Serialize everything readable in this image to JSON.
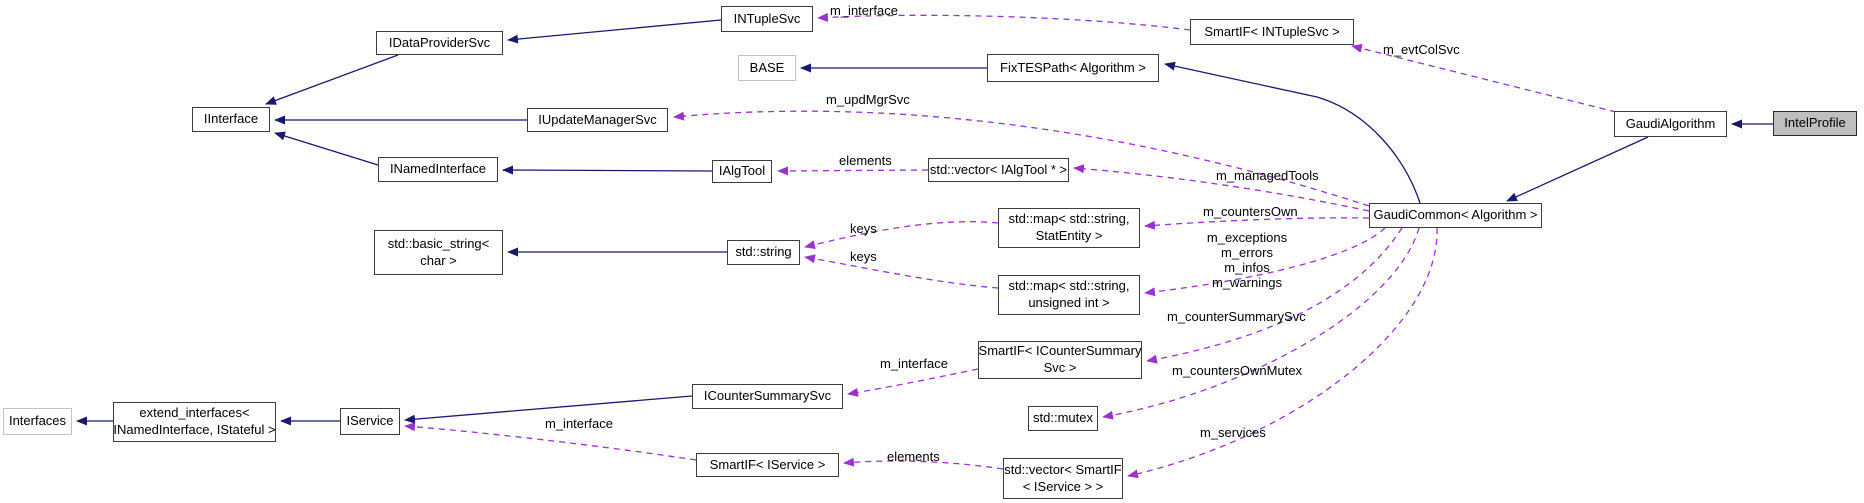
{
  "diagram_type": "doxygen-collaboration-graph",
  "colors": {
    "inheritance_edge": "#191970",
    "usage_edge": "#9a32cd",
    "highlight_fill": "#bfbfbf",
    "node_border": "#3d3d3d",
    "external_border": "#c3c3c3"
  },
  "nodes": {
    "intuple_svc": {
      "label": "INTupleSvc"
    },
    "smartif_intuple": {
      "label": "SmartIF< INTupleSvc >"
    },
    "idataprovider": {
      "label": "IDataProviderSvc"
    },
    "base": {
      "label": "BASE"
    },
    "fixtespath": {
      "label": "FixTESPath< Algorithm >"
    },
    "iinterface": {
      "label": "IInterface"
    },
    "iupdatemgr": {
      "label": "IUpdateManagerSvc"
    },
    "gaudialgorithm": {
      "label": "GaudiAlgorithm"
    },
    "intelprofile": {
      "label": "IntelProfile"
    },
    "inamedinterface": {
      "label": "INamedInterface"
    },
    "ialgtool": {
      "label": "IAlgTool"
    },
    "vector_ialgtool": {
      "label": "std::vector< IAlgTool * >"
    },
    "gaudicommon": {
      "label": "GaudiCommon< Algorithm >"
    },
    "map_statentity": {
      "line1": "std::map< std::string,",
      "line2": "StatEntity >"
    },
    "basic_string": {
      "line1": "std::basic_string<",
      "line2": "char >"
    },
    "std_string": {
      "label": "std::string"
    },
    "map_uint": {
      "line1": "std::map< std::string,",
      "line2": "unsigned int >"
    },
    "smartif_countersummary": {
      "line1": "SmartIF< ICounterSummary",
      "line2": "Svc >"
    },
    "icountersummarysvc": {
      "label": "ICounterSummarySvc"
    },
    "std_mutex": {
      "label": "std::mutex"
    },
    "interfaces": {
      "label": "Interfaces"
    },
    "extend_interfaces": {
      "line1": "extend_interfaces<",
      "line2": "INamedInterface, IStateful >"
    },
    "iservice": {
      "label": "IService"
    },
    "smartif_iservice": {
      "label": "SmartIF< IService >"
    },
    "vector_smartif_iservice": {
      "line1": "std::vector< SmartIF",
      "line2": "< IService > >"
    }
  },
  "edge_labels": {
    "m_interface_top": "m_interface",
    "m_evtcolsvc": "m_evtColSvc",
    "m_updmgrsvc": "m_updMgrSvc",
    "elements_top": "elements",
    "m_managedtools": "m_managedTools",
    "m_countersown": "m_countersOwn",
    "keys_upper": "keys",
    "keys_lower": "keys",
    "m_exceptions": "m_exceptions",
    "m_errors": "m_errors",
    "m_infos": "m_infos",
    "m_warnings": "m_warnings",
    "m_countersummarysvc": "m_counterSummarySvc",
    "m_interface_mid": "m_interface",
    "m_countersownmutex": "m_countersOwnMutex",
    "m_services": "m_services",
    "elements_bottom": "elements",
    "m_interface_bottom": "m_interface"
  },
  "edges": {
    "inheritance": [
      {
        "from": "IntelProfile",
        "to": "GaudiAlgorithm"
      },
      {
        "from": "GaudiAlgorithm",
        "to": "GaudiCommon< Algorithm >"
      },
      {
        "from": "GaudiCommon< Algorithm >",
        "to": "FixTESPath< Algorithm >"
      },
      {
        "from": "FixTESPath< Algorithm >",
        "to": "BASE"
      },
      {
        "from": "INTupleSvc",
        "to": "IDataProviderSvc"
      },
      {
        "from": "IDataProviderSvc",
        "to": "IInterface"
      },
      {
        "from": "IUpdateManagerSvc",
        "to": "IInterface"
      },
      {
        "from": "INamedInterface",
        "to": "IInterface"
      },
      {
        "from": "IAlgTool",
        "to": "INamedInterface"
      },
      {
        "from": "std::string",
        "to": "std::basic_string< char >"
      },
      {
        "from": "ICounterSummarySvc",
        "to": "IService"
      },
      {
        "from": "IService",
        "to": "extend_interfaces< INamedInterface, IStateful >"
      },
      {
        "from": "extend_interfaces< INamedInterface, IStateful >",
        "to": "Interfaces"
      }
    ],
    "usage": [
      {
        "from": "SmartIF< INTupleSvc >",
        "to": "INTupleSvc",
        "label": "m_interface"
      },
      {
        "from": "GaudiAlgorithm",
        "to": "SmartIF< INTupleSvc >",
        "label": "m_evtColSvc"
      },
      {
        "from": "GaudiCommon< Algorithm >",
        "to": "IUpdateManagerSvc",
        "label": "m_updMgrSvc"
      },
      {
        "from": "std::vector< IAlgTool * >",
        "to": "IAlgTool",
        "label": "elements"
      },
      {
        "from": "GaudiCommon< Algorithm >",
        "to": "std::vector< IAlgTool * >",
        "label": "m_managedTools"
      },
      {
        "from": "std::map< std::string, StatEntity >",
        "to": "std::string",
        "label": "keys"
      },
      {
        "from": "std::map< std::string, unsigned int >",
        "to": "std::string",
        "label": "keys"
      },
      {
        "from": "GaudiCommon< Algorithm >",
        "to": "std::map< std::string, StatEntity >",
        "label": "m_countersOwn"
      },
      {
        "from": "GaudiCommon< Algorithm >",
        "to": "std::map< std::string, unsigned int >",
        "label": "m_exceptions m_errors m_infos m_warnings"
      },
      {
        "from": "GaudiCommon< Algorithm >",
        "to": "SmartIF< ICounterSummarySvc >",
        "label": "m_counterSummarySvc"
      },
      {
        "from": "SmartIF< ICounterSummarySvc >",
        "to": "ICounterSummarySvc",
        "label": "m_interface"
      },
      {
        "from": "GaudiCommon< Algorithm >",
        "to": "std::mutex",
        "label": "m_countersOwnMutex"
      },
      {
        "from": "GaudiCommon< Algorithm >",
        "to": "std::vector< SmartIF< IService > >",
        "label": "m_services"
      },
      {
        "from": "std::vector< SmartIF< IService > >",
        "to": "SmartIF< IService >",
        "label": "elements"
      },
      {
        "from": "SmartIF< IService >",
        "to": "IService",
        "label": "m_interface"
      }
    ]
  }
}
